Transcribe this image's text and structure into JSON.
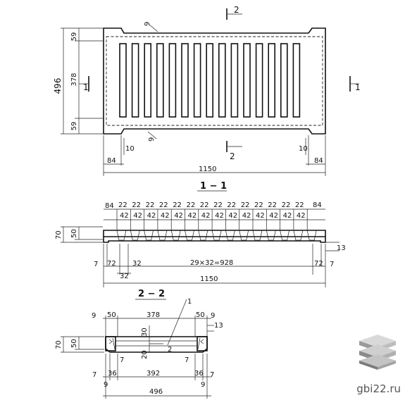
{
  "plan": {
    "dim_height": "496",
    "dim_mid": "378",
    "dim_top": "59",
    "dim_bottom": "59",
    "dim_length": "1150",
    "dim_end_left": "84",
    "dim_end_right": "84",
    "dim_gap_left": "10",
    "dim_gap_right": "10",
    "dim_nine_top": "9",
    "dim_nine_bottom": "9",
    "section_mark": "1",
    "section_mark_top": "2",
    "section_mark_bottom": "2"
  },
  "section_1_1": {
    "title": "1 − 1",
    "end_left": "84",
    "end_right": "84",
    "rib_width": "22",
    "slot_width": "42",
    "rib_count": 14,
    "height_total": "70",
    "height_slot": "50",
    "dim_bottom_step": "13",
    "dim_seven_left": "7",
    "dim_seven_right": "7",
    "dim_72_left": "72",
    "dim_72_right": "72",
    "dim_32_a": "32",
    "dim_32_b": "32",
    "pitch": "29×32=928",
    "length": "1150"
  },
  "section_2_2": {
    "title": "2 − 2",
    "leader_1": "1",
    "leader_2": "2",
    "dim_9_tl": "9",
    "dim_9_tr": "9",
    "dim_9_bl": "9",
    "dim_9_br": "9",
    "dim_50_l": "50",
    "dim_50_r": "50",
    "dim_378": "378",
    "dim_13": "13",
    "dim_30": "30",
    "dim_20": "20",
    "dim_70": "70",
    "dim_50_h": "50",
    "dim_7_a": "7",
    "dim_7_b": "7",
    "dim_7_c": "7",
    "dim_7_d": "7",
    "dim_36_l": "36",
    "dim_36_r": "36",
    "dim_392": "392",
    "dim_496": "496"
  },
  "watermark": {
    "site": "gbi22.ru",
    "logo_icon": "stacked-slabs-icon"
  }
}
